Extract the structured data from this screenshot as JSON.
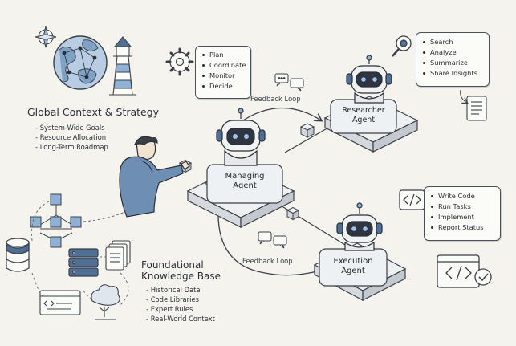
{
  "global": {
    "title": "Global Context & Strategy",
    "items": [
      "System-Wide Goals",
      "Resource Allocation",
      "Long-Term Roadmap"
    ]
  },
  "knowledge": {
    "title_line1": "Foundational",
    "title_line2": "Knowledge Base",
    "items": [
      "Historical Data",
      "Code Libraries",
      "Expert Rules",
      "Real-World Context"
    ]
  },
  "managing": {
    "label_line1": "Managing",
    "label_line2": "Agent",
    "tasks": [
      "Plan",
      "Coordinate",
      "Monitor",
      "Decide"
    ]
  },
  "researcher": {
    "label_line1": "Researcher",
    "label_line2": "Agent",
    "tasks": [
      "Search",
      "Analyze",
      "Summarize",
      "Share Insights"
    ]
  },
  "execution": {
    "label_line1": "Execution",
    "label_line2": "Agent",
    "tasks": [
      "Write Code",
      "Run Tasks",
      "Implement",
      "Report Status"
    ]
  },
  "feedback": {
    "top": "Feedback Loop",
    "bottom": "Feedback Loop"
  },
  "colors": {
    "ink": "#2b2f36",
    "blue": "#8fb1d6",
    "blue_dark": "#4f6f95",
    "paper": "#f4f3ee",
    "plate": "#e9eaec"
  },
  "icons": [
    "compass-icon",
    "globe-icon",
    "lighthouse-icon",
    "gear-icon",
    "magnifier-icon",
    "document-icon",
    "code-icon",
    "code-window-icon",
    "check-icon",
    "database-icon",
    "server-icon",
    "files-icon",
    "tree-icon",
    "chat-bubble-icon",
    "robot-icon",
    "person-icon"
  ]
}
